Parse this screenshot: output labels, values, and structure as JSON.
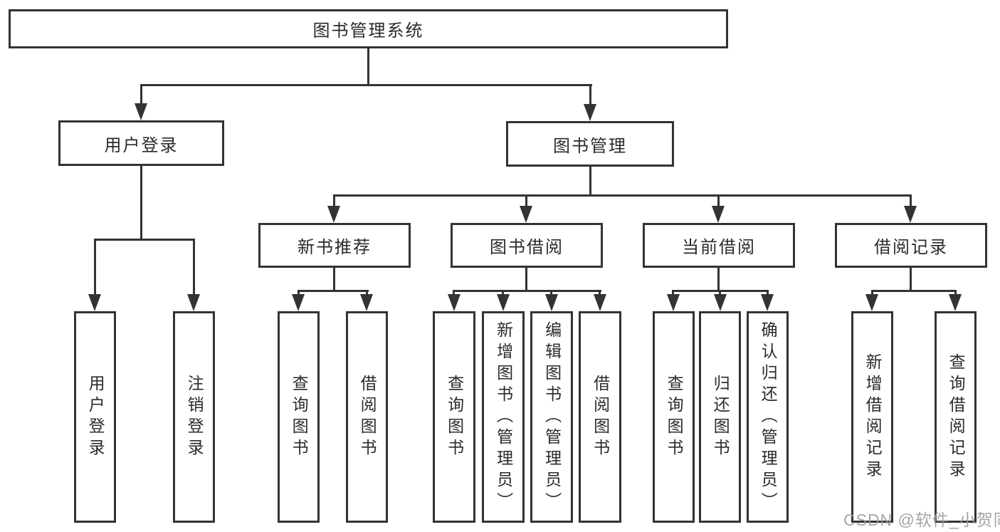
{
  "diagram": {
    "root": "图书管理系统",
    "level2": {
      "user_login": "用户登录",
      "book_mgmt": "图书管理"
    },
    "level3": {
      "new_books": "新书推荐",
      "book_borrow": "图书借阅",
      "current_borrow": "当前借阅",
      "borrow_records": "借阅记录"
    },
    "leaves": {
      "user_login": [
        "用户登录",
        "注销登录"
      ],
      "new_books": [
        "查询图书",
        "借阅图书"
      ],
      "book_borrow": [
        "查询图书",
        "新增图书（管理员）",
        "编辑图书（管理员）",
        "借阅图书"
      ],
      "current_borrow": [
        "查询图书",
        "归还图书",
        "确认归还（管理员）"
      ],
      "borrow_records": [
        "新增借阅记录",
        "查询借阅记录"
      ]
    }
  },
  "watermark": "CSDN @软件_小贺同学",
  "colors": {
    "line": "#333333",
    "text": "#2b2b2b",
    "watermark": "#9c9c9c",
    "background": "#ffffff"
  }
}
